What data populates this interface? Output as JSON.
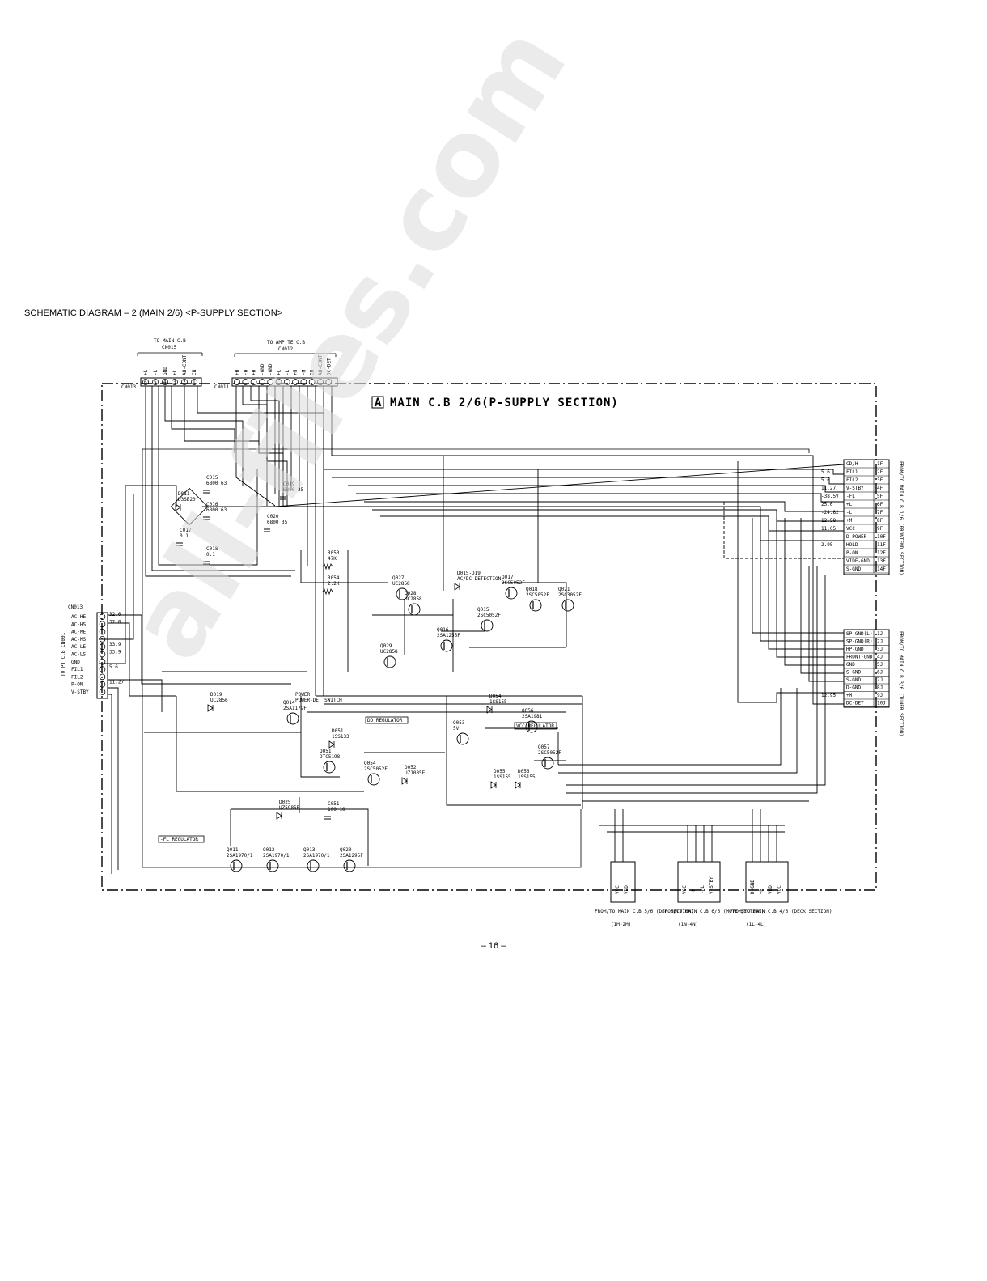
{
  "page": {
    "heading": "SCHEMATIC  DIAGRAM – 2  (MAIN 2/6) <P-SUPPLY SECTION>",
    "page_number": "– 16 –",
    "watermark": "all-files.com"
  },
  "board": {
    "label_letter": "A",
    "label_text": "MAIN C.B 2/6(P-SUPPLY SECTION)"
  },
  "connectors": {
    "top_left": {
      "title": "TO MAIN C.B",
      "ref": "CN015",
      "side_ref": "CN013",
      "pins": [
        "+L",
        "-L",
        "GND",
        "+L",
        "AH-CONT",
        "CN"
      ]
    },
    "top_right": {
      "title": "TO AMP TE C.B",
      "ref": "CN012",
      "side_ref": "CN011",
      "pins": [
        "+H",
        "-H",
        "+H",
        "-GND",
        "-GND",
        "+L",
        "-L",
        "+M",
        "-M",
        "CH",
        "AH-CONT",
        "DC-DET"
      ]
    },
    "left": {
      "title": "TO PT C.B CN001",
      "ref": "CN013",
      "pins": [
        "AC-HE",
        "AC-HS",
        "AC-ME",
        "AC-MS",
        "AC-LE",
        "AC-LS",
        "GND",
        "FIL1",
        "FIL2",
        "P-ON",
        "V-STBY"
      ],
      "values": [
        "32.0",
        "32.0",
        "",
        "",
        "33.9",
        "33.9",
        "",
        "5.6",
        "",
        "11.27",
        ""
      ]
    },
    "right_top": {
      "title": "FROM/TO MAIN C.B 1/6 (FRONTEND SECTION)",
      "rows": [
        {
          "net": "CD/H",
          "pin": "1F",
          "val": ""
        },
        {
          "net": "FIL1",
          "pin": "2F",
          "val": "5.6"
        },
        {
          "net": "FIL2",
          "pin": "3F",
          "val": "5.6"
        },
        {
          "net": "V-STBY",
          "pin": "4F",
          "val": "11.27"
        },
        {
          "net": "-FL",
          "pin": "5F",
          "val": "-38.5V"
        },
        {
          "net": "+L",
          "pin": "6F",
          "val": "25.6"
        },
        {
          "net": "-L",
          "pin": "7F",
          "val": "-24.82"
        },
        {
          "net": "+M",
          "pin": "8F",
          "val": "12.58"
        },
        {
          "net": "VCC",
          "pin": "9F",
          "val": "11.05"
        },
        {
          "net": "D-POWER",
          "pin": "10F",
          "val": ""
        },
        {
          "net": "HOLD",
          "pin": "11F",
          "val": "2.95"
        },
        {
          "net": "P-ON",
          "pin": "12F",
          "val": ""
        },
        {
          "net": "VIDE-GND",
          "pin": "13F",
          "val": ""
        },
        {
          "net": "S-GND",
          "pin": "14F",
          "val": ""
        }
      ]
    },
    "right_bottom": {
      "title": "FROM/TO MAIN C.B 3/6 (TUNER SECTION)",
      "rows": [
        {
          "net": "SP-GND(L)",
          "pin": "1J",
          "val": ""
        },
        {
          "net": "SP-GND(R)",
          "pin": "2J",
          "val": ""
        },
        {
          "net": "HP-GND",
          "pin": "3J",
          "val": ""
        },
        {
          "net": "FRONT-GND",
          "pin": "4J",
          "val": ""
        },
        {
          "net": "GND",
          "pin": "5J",
          "val": ""
        },
        {
          "net": "S-GND",
          "pin": "6J",
          "val": ""
        },
        {
          "net": "S-GND",
          "pin": "7J",
          "val": ""
        },
        {
          "net": "D-GND",
          "pin": "8J",
          "val": ""
        },
        {
          "net": "+M",
          "pin": "9J",
          "val": "12.95"
        },
        {
          "net": "DC-DET",
          "pin": "10J",
          "val": ""
        }
      ]
    },
    "bottom": [
      {
        "title": "FROM/TO MAIN C.B 5/6 (DSP SECTION)",
        "ref": "(1M-2M)",
        "pins": [
          "VCC",
          "VDD"
        ]
      },
      {
        "title": "FROM/TO MAIN C.B 6/6 (MUTE SECTION)",
        "ref": "(1N-4N)",
        "pins": [
          "VCC",
          "+M",
          "-FL",
          "V-STBY"
        ]
      },
      {
        "title": "FROM/TO MAIN C.B 4/6 (DECK SECTION)",
        "ref": "(1L-4L)",
        "pins": [
          "D-GND",
          "+M",
          "VDD",
          "VCC"
        ]
      }
    ]
  },
  "components": [
    {
      "ref": "D011",
      "val": "D3SB20"
    },
    {
      "ref": "C015",
      "val": "6800 63"
    },
    {
      "ref": "C016",
      "val": "6800 63"
    },
    {
      "ref": "C017",
      "val": "0.1"
    },
    {
      "ref": "C018",
      "val": "0.1"
    },
    {
      "ref": "C019",
      "val": "6800 35"
    },
    {
      "ref": "C020",
      "val": "6800 35"
    },
    {
      "ref": "R053",
      "val": "47K"
    },
    {
      "ref": "R054",
      "val": "2.2K"
    },
    {
      "ref": "Q027",
      "val": "UC2858"
    },
    {
      "ref": "Q028",
      "val": "UC2858"
    },
    {
      "ref": "Q029",
      "val": "UC2858"
    },
    {
      "ref": "D015-D19",
      "val": "AC/DC DETECTION"
    },
    {
      "ref": "Q015",
      "val": "2SC5052F"
    },
    {
      "ref": "Q016",
      "val": "2SA1255F"
    },
    {
      "ref": "Q017",
      "val": "2SC5052F"
    },
    {
      "ref": "Q018",
      "val": "2SC5052F"
    },
    {
      "ref": "Q021",
      "val": "2SC3052F"
    },
    {
      "ref": "D019",
      "val": "UC2856"
    },
    {
      "ref": "Q014",
      "val": "2SA1179F"
    },
    {
      "ref": "POWER",
      "val": "POWER-DET SWITCH"
    },
    {
      "ref": "D051",
      "val": "1SS133"
    },
    {
      "ref": "Q051",
      "val": "DTC5198"
    },
    {
      "ref": "Q054",
      "val": "2SC5052F"
    },
    {
      "ref": "D052",
      "val": "UZ1085E"
    },
    {
      "ref": "D054",
      "val": "1SS155"
    },
    {
      "ref": "Q053",
      "val": "5V"
    },
    {
      "ref": "Q056",
      "val": "2SA1981"
    },
    {
      "ref": "Q057",
      "val": "2SC5052F"
    },
    {
      "ref": "D055",
      "val": "1SS155"
    },
    {
      "ref": "D056",
      "val": "1SS155"
    },
    {
      "ref": "D025",
      "val": "UZ5985B"
    },
    {
      "ref": "C051",
      "val": "100 10"
    },
    {
      "ref": "Q011",
      "val": "2SA1970/1"
    },
    {
      "ref": "Q012",
      "val": "2SA1970/1"
    },
    {
      "ref": "Q013",
      "val": "2SA1970/1"
    },
    {
      "ref": "Q020",
      "val": "2SA1295F"
    }
  ],
  "regulators": [
    "DD REGULATOR",
    "VCC REGULATOR",
    "-FL REGULATOR"
  ],
  "colors": {
    "ink": "#000000",
    "paper": "#ffffff",
    "watermark": "#dcdcdc"
  }
}
